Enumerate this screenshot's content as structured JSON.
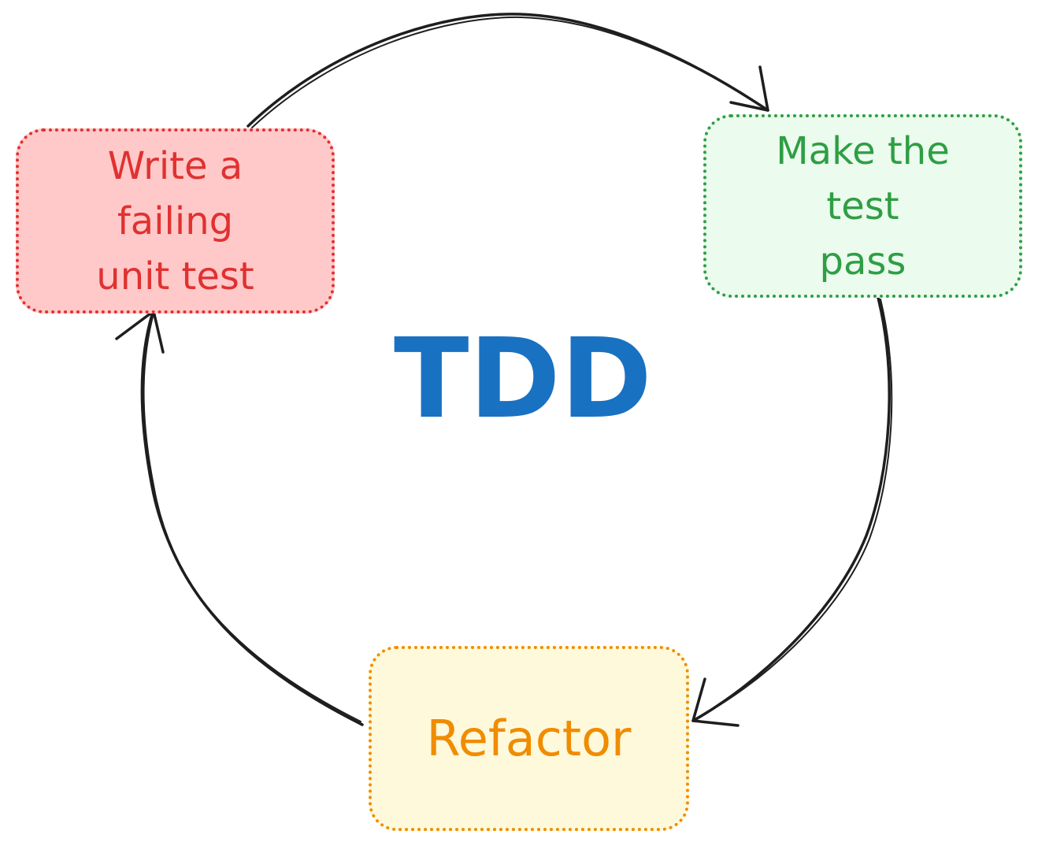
{
  "title": "TDD",
  "steps": [
    {
      "label": "Write a\nfailing\nunit test",
      "color": "#e03131",
      "fill": "#ffc9c9"
    },
    {
      "label": "Make the\ntest\npass",
      "color": "#2f9e44",
      "fill": "#ebfbee"
    },
    {
      "label": "Refactor",
      "color": "#f08c00",
      "fill": "#fff9db"
    }
  ]
}
